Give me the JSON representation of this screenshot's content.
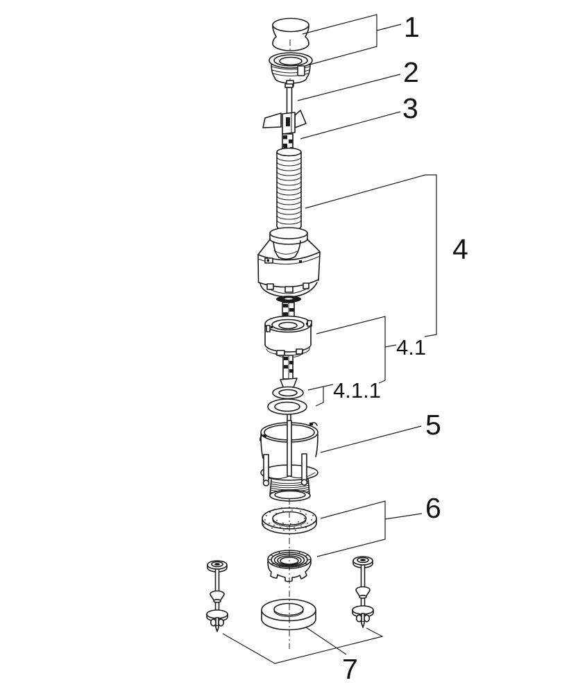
{
  "diagram": {
    "type": "exploded-parts-diagram",
    "background_color": "#ffffff",
    "line_color": "#1a1a1a",
    "callouts": [
      {
        "label": "1",
        "part": "push-button"
      },
      {
        "label": "2",
        "part": "actuating-rod"
      },
      {
        "label": "3",
        "part": "wing-coupler"
      },
      {
        "label": "4",
        "part": "flush-valve-unit"
      },
      {
        "label": "4.1",
        "part": "valve-cartridge"
      },
      {
        "label": "4.1.1",
        "part": "seal-rings"
      },
      {
        "label": "5",
        "part": "valve-seat-housing"
      },
      {
        "label": "6",
        "part": "washer-and-locknut"
      },
      {
        "label": "7",
        "part": "gasket-and-bolts"
      }
    ]
  }
}
